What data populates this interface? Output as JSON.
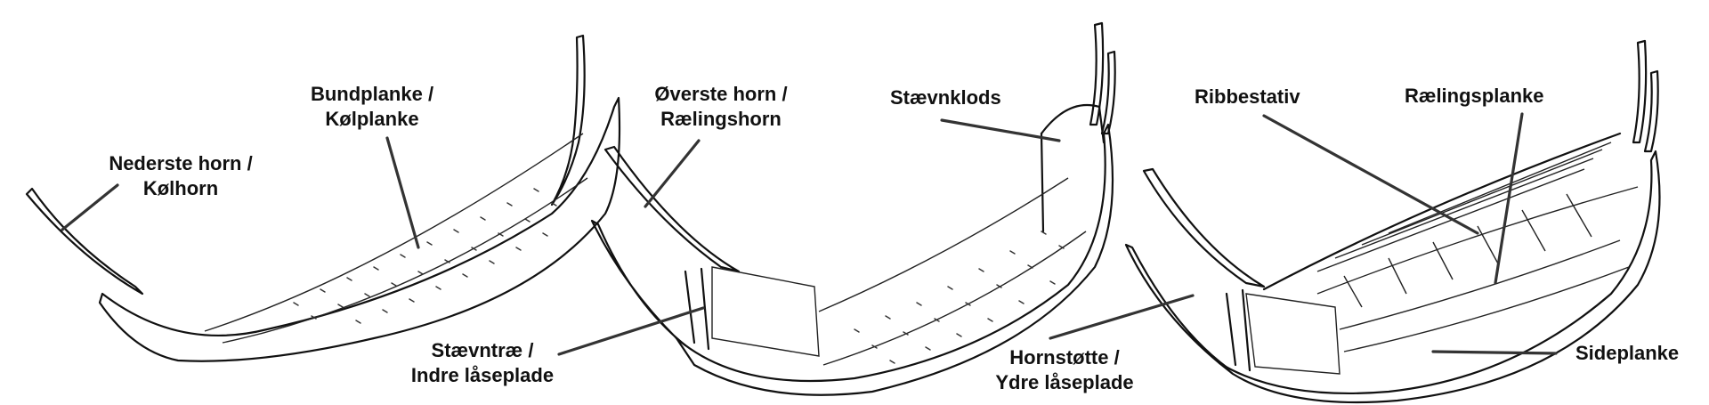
{
  "labels": {
    "bundplanke": [
      "Bundplanke /",
      "Kølplanke"
    ],
    "nederste_horn": [
      "Nederste horn /",
      "Kølhorn"
    ],
    "oeverste_horn": [
      "Øverste horn /",
      "Rælingshorn"
    ],
    "staevnklods": [
      "Stævnklods"
    ],
    "staevntrae": [
      "Stævntræ /",
      "Indre låseplade"
    ],
    "ribbestativ": [
      "Ribbestativ"
    ],
    "raelingsplanke": [
      "Rælingsplanke"
    ],
    "hornstoette": [
      "Hornstøtte /",
      "Ydre låseplade"
    ],
    "sideplanke": [
      "Sideplanke"
    ]
  },
  "colors": {
    "line": "#111111",
    "leader": "#333333",
    "background": "#ffffff"
  }
}
